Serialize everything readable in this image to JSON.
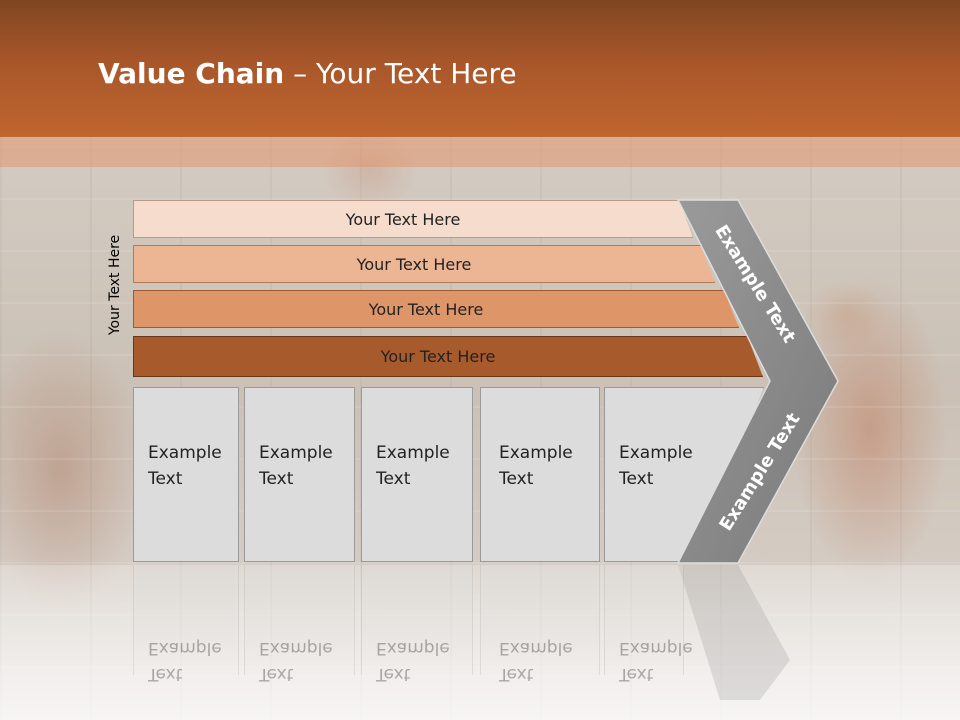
{
  "slide": {
    "title_bold": "Value Chain",
    "title_rest": " – Your Text Here",
    "side_label": "Your Text Here",
    "bars": [
      {
        "label": "Your Text Here",
        "color": "#f5dccd"
      },
      {
        "label": "Your Text Here",
        "color": "#ecb695"
      },
      {
        "label": "Your Text Here",
        "color": "#de9668"
      },
      {
        "label": "Your Text Here",
        "color": "#a75a2c"
      }
    ],
    "boxes": [
      {
        "line1": "Example",
        "line2": "Text"
      },
      {
        "line1": "Example",
        "line2": "Text"
      },
      {
        "line1": "Example",
        "line2": "Text"
      },
      {
        "line1": "Example",
        "line2": "Text"
      },
      {
        "line1": "Example",
        "line2": "Text"
      }
    ],
    "chevron_top_label": "Example Text",
    "chevron_bottom_label": "Example Text",
    "colors": {
      "header": "#a8562a",
      "chevron": "#8a8a8a",
      "box": "#dcdcdc"
    }
  }
}
